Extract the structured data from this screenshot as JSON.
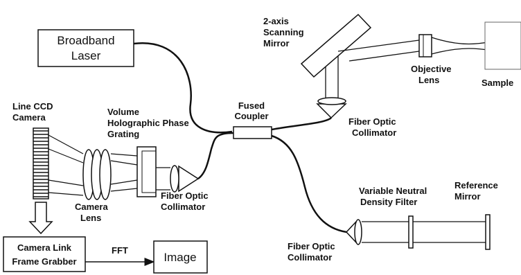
{
  "labels": {
    "broadband_laser_line1": "Broadband",
    "broadband_laser_line2": "Laser",
    "scanning_mirror_line1": "2-axis",
    "scanning_mirror_line2": "Scanning",
    "scanning_mirror_line3": "Mirror",
    "objective_lens_line1": "Objective",
    "objective_lens_line2": "Lens",
    "sample": "Sample",
    "collimator_top_line1": "Fiber Optic",
    "collimator_top_line2": "Collimator",
    "fused_coupler_line1": "Fused",
    "fused_coupler_line2": "Coupler",
    "line_ccd_line1": "Line CCD",
    "line_ccd_line2": "Camera",
    "vhpg_line1": "Volume",
    "vhpg_line2": "Holographic  Phase",
    "vhpg_line3": "Grating",
    "camera_lens_line1": "Camera",
    "camera_lens_line2": "Lens",
    "collimator_left_line1": "Fiber Optic",
    "collimator_left_line2": "Collimator",
    "frame_grabber_line1": "Camera Link",
    "frame_grabber_line2": "Frame Grabber",
    "fft": "FFT",
    "image": "Image",
    "collimator_bottom_line1": "Fiber Optic",
    "collimator_bottom_line2": "Collimator",
    "vnd_filter_line1": "Variable Neutral",
    "vnd_filter_line2": "Density Filter",
    "reference_mirror_line1": "Reference",
    "reference_mirror_line2": "Mirror"
  }
}
